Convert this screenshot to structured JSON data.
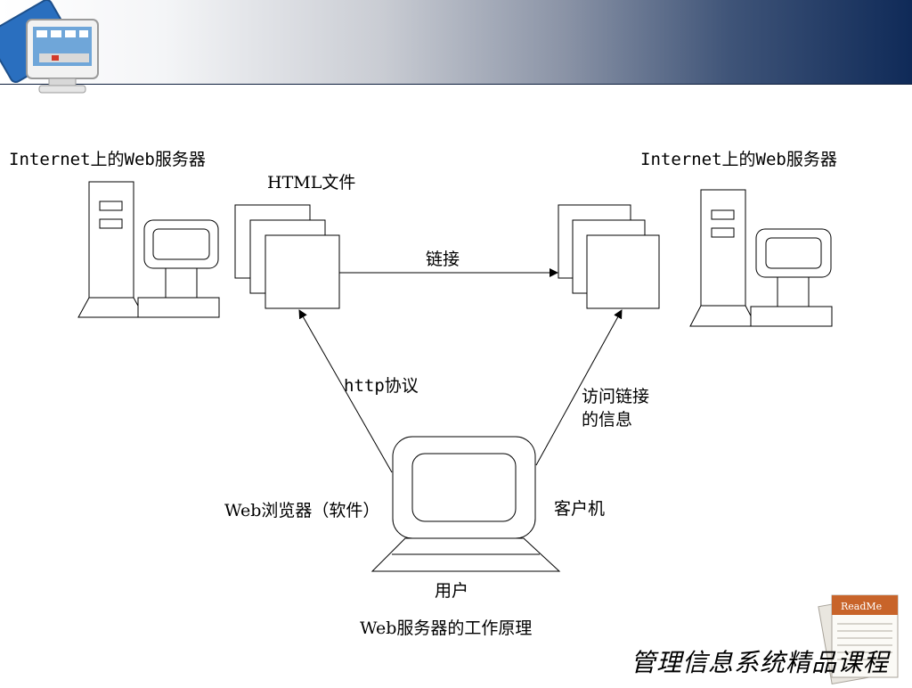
{
  "labels": {
    "server_left": "Internet上的Web服务器",
    "server_right": "Internet上的Web服务器",
    "html_files": "HTML文件",
    "link": "链接",
    "http_protocol": "http协议",
    "visit_info_line1": "访问链接",
    "visit_info_line2": "的信息",
    "browser": "Web浏览器（软件）",
    "client": "客户机",
    "user": "用户",
    "caption": "Web服务器的工作原理"
  },
  "footer": {
    "title": "管理信息系统精品课程",
    "readme_text": "ReadMe"
  },
  "icons": {
    "logo": "monitor-logo-icon",
    "readme": "readme-document-icon"
  },
  "colors": {
    "header_dark": "#0f2a58",
    "readme_orange": "#c8642a"
  }
}
